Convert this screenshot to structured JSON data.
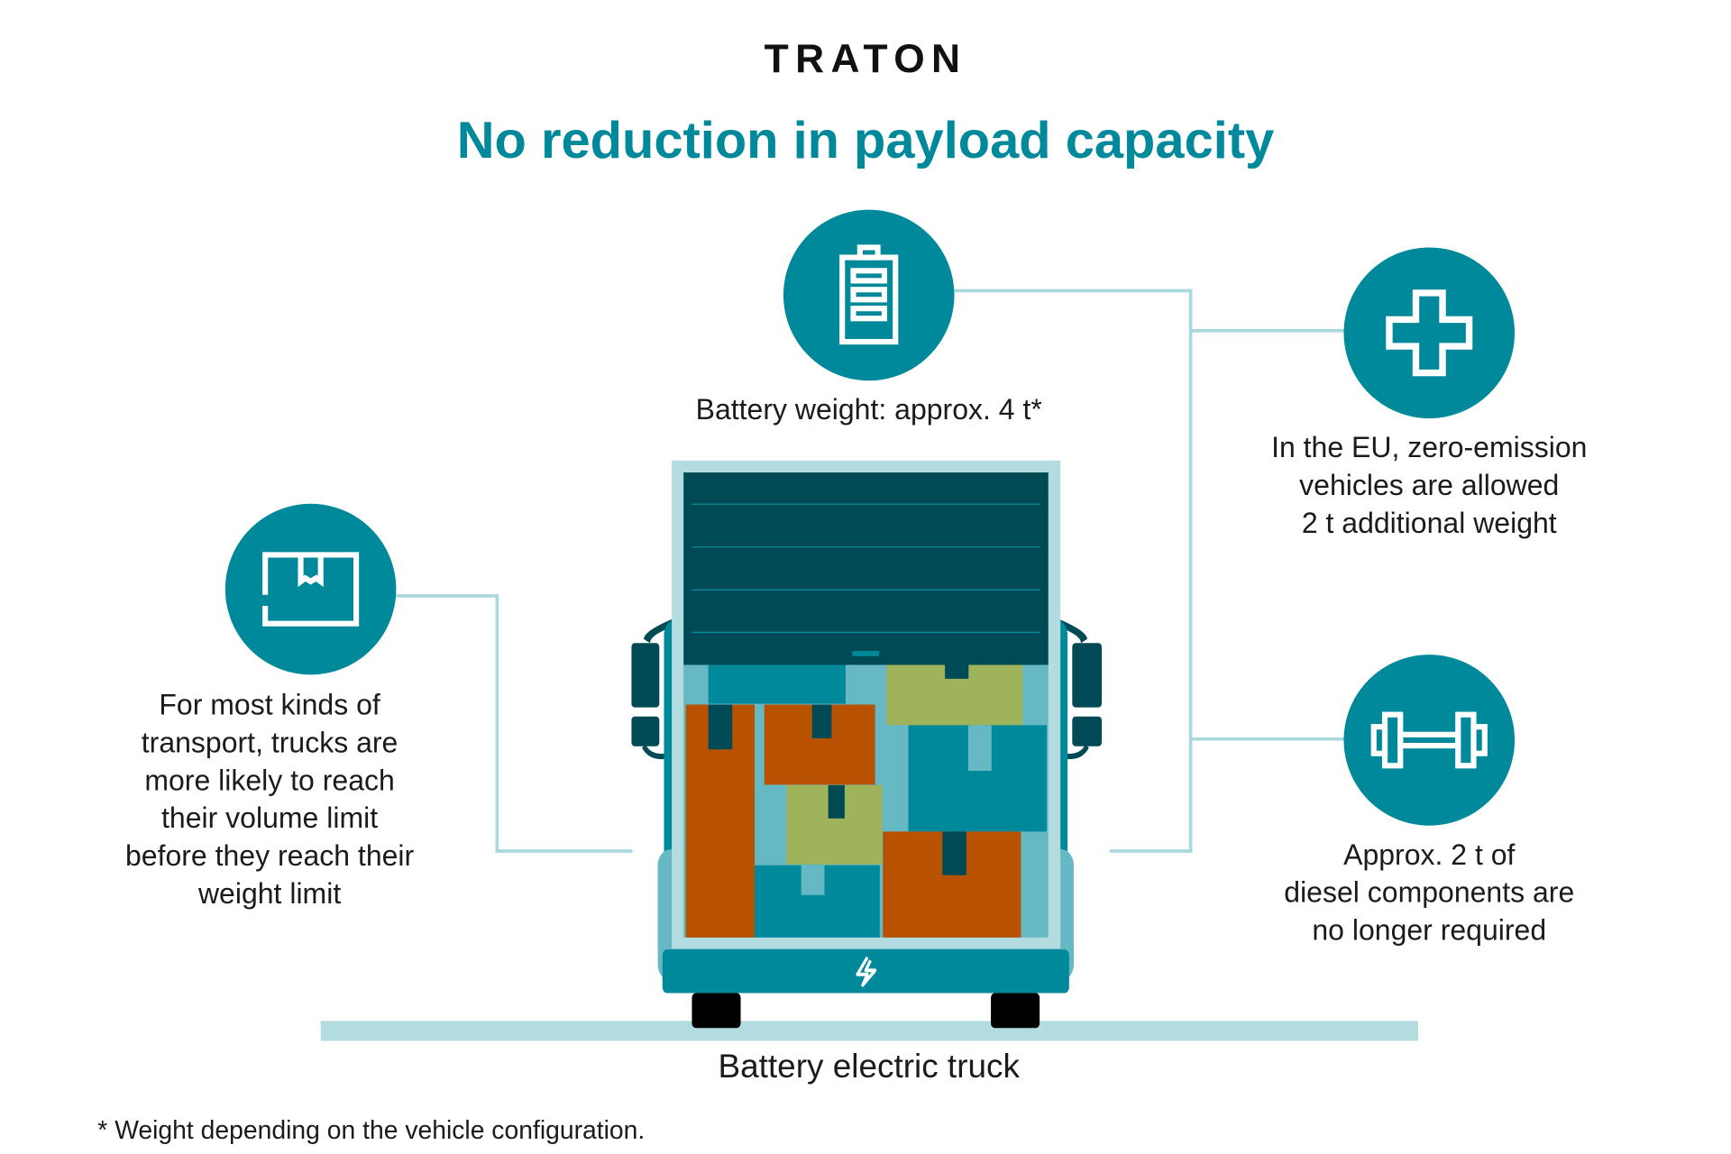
{
  "brand": {
    "logo_text": "TRATON"
  },
  "title": "No reduction in payload capacity",
  "battery": {
    "icon": "battery-icon",
    "label": "Battery weight: approx. 4 t*"
  },
  "eu_allowance": {
    "icon": "plus-icon",
    "lines": [
      "In the EU, zero-emission",
      "vehicles are allowed",
      "2 t additional weight"
    ]
  },
  "diesel": {
    "icon": "dumbbell-icon",
    "lines": [
      "Approx. 2 t of",
      "diesel components are",
      "no longer required"
    ]
  },
  "volume": {
    "icon": "box-icon",
    "lines": [
      "For most kinds of",
      "transport, trucks are",
      "more likely to reach",
      "their volume limit",
      "before they reach their",
      "weight limit"
    ]
  },
  "truck_label": "Battery electric truck",
  "footnote": "* Weight depending on the vehicle configuration.",
  "colors": {
    "teal": "#00899a",
    "dark_teal": "#004a55",
    "light_blue": "#b2dce0",
    "mid_blue": "#66b8c4",
    "orange": "#b85200",
    "green": "#9fb35a"
  }
}
